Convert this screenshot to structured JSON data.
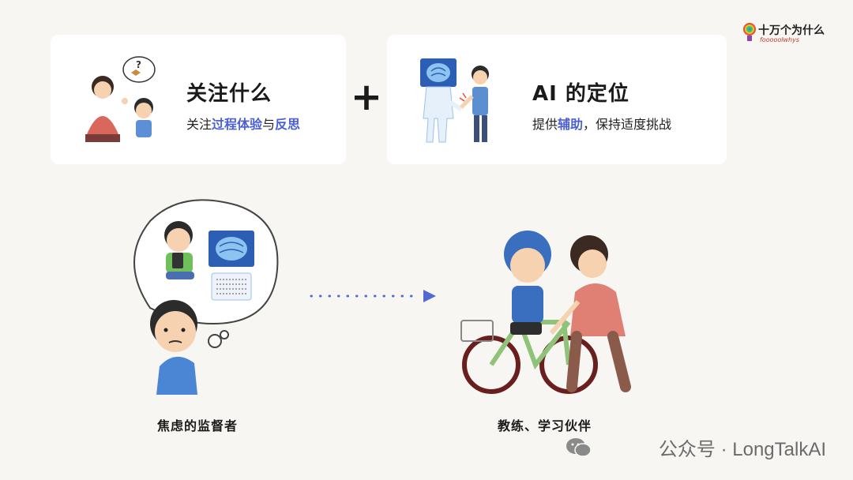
{
  "logo": {
    "text": "十万个为什么",
    "sub": "fooooolwhys"
  },
  "card_left": {
    "title": "关注什么",
    "sub_parts": [
      {
        "text": "关注",
        "highlight": false
      },
      {
        "text": "过程体验",
        "highlight": true
      },
      {
        "text": "与",
        "highlight": false
      },
      {
        "text": "反思",
        "highlight": true
      }
    ]
  },
  "plus": "+",
  "card_right": {
    "title": "AI 的定位",
    "sub_parts": [
      {
        "text": "提供",
        "highlight": false
      },
      {
        "text": "辅助",
        "highlight": true
      },
      {
        "text": "，保持适度挑战",
        "highlight": false
      }
    ]
  },
  "captions": {
    "left": "焦虑的监督者",
    "right": "教练、学习伙伴"
  },
  "watermark": "公众号 · LongTalkAI",
  "colors": {
    "highlight": "#4b5fd6",
    "arrow": "#5468d4",
    "background": "#f7f6f2"
  }
}
